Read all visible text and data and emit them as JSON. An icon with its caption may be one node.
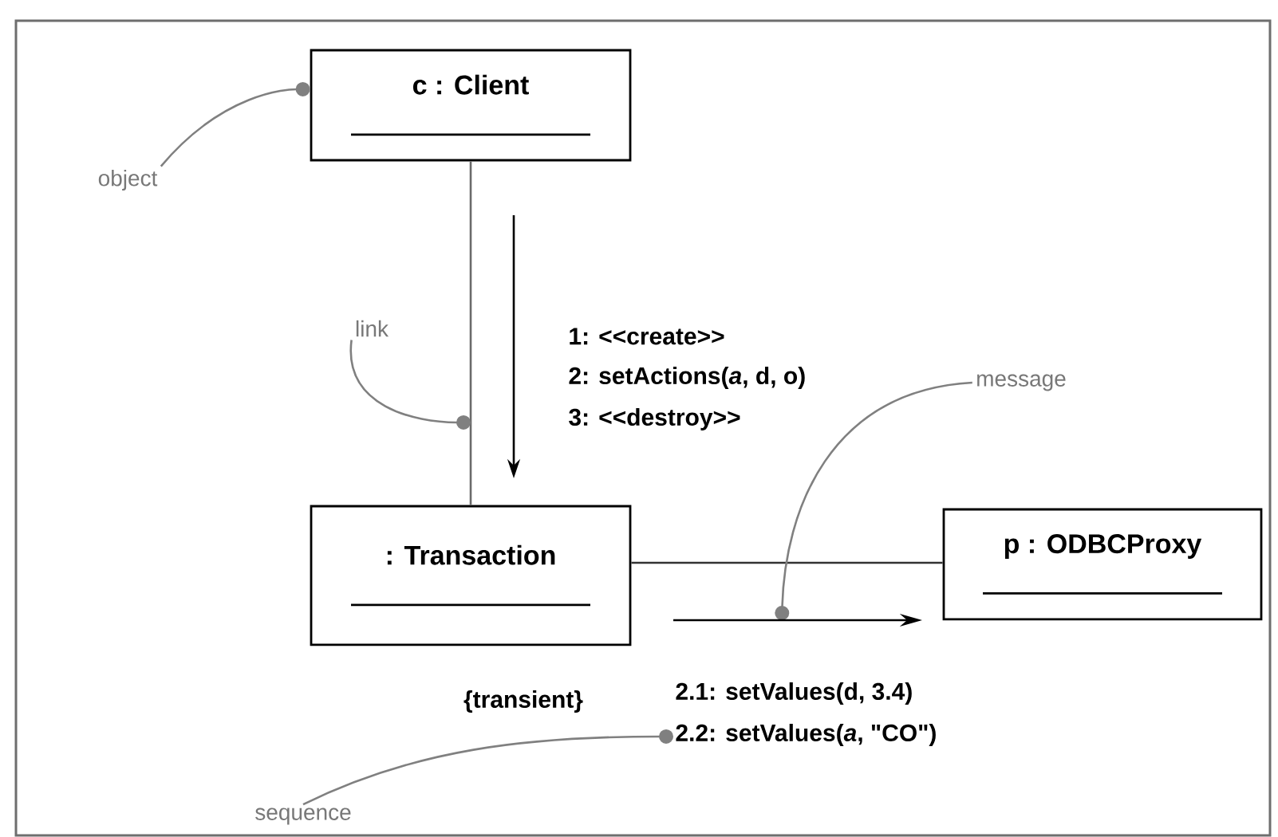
{
  "diagram": {
    "nodes": [
      {
        "text": [
          "c : Client"
        ]
      },
      {
        "text": [
          ": Transaction"
        ],
        "beside": [
          "{transient}"
        ]
      },
      {
        "text": [
          "p : ODBCProxy"
        ]
      },
      {
        "text": [
          "object"
        ]
      },
      {
        "text": [
          "link"
        ]
      },
      {
        "text": [
          "message"
        ]
      },
      {
        "text": [
          "sequence"
        ]
      },
      {
        "text": [
          "2.1: setValues(d, 3.4)",
          "2.2: setValues(*a*, \"CO\")"
        ]
      }
    ],
    "edges": [
      {
        "from": 0,
        "to": 1,
        "arrow": "none",
        "color": "#6a6a6a"
      },
      {
        "from": 1,
        "to": 2,
        "arrow": "none",
        "color": "#333333"
      },
      {
        "from": 3,
        "to": 0,
        "arrow": "other"
      },
      {
        "from": 4,
        "to": null,
        "arrow": "other"
      },
      {
        "from": 5,
        "to": null,
        "arrow": "other"
      },
      {
        "from": 6,
        "to": 7,
        "arrow": "other"
      }
    ],
    "labels": [
      "1: <<create>>",
      "2: setActions(*a*, d, o)",
      "3: <<destroy>>"
    ]
  }
}
